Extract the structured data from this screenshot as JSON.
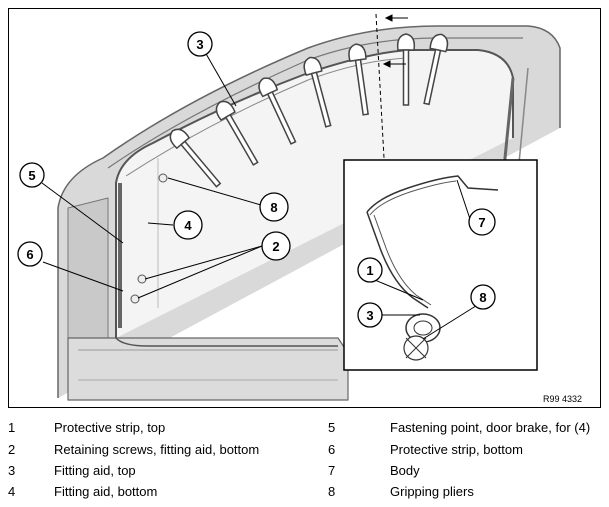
{
  "figure": {
    "code": "R99 4332",
    "callouts": [
      "3",
      "5",
      "4",
      "8",
      "6",
      "2",
      "7",
      "1",
      "3",
      "8"
    ]
  },
  "legend": [
    {
      "num": "1",
      "text": "Protective strip, top"
    },
    {
      "num": "2",
      "text": "Retaining screws, fitting aid, bottom"
    },
    {
      "num": "3",
      "text": "Fitting aid, top"
    },
    {
      "num": "4",
      "text": "Fitting aid, bottom"
    },
    {
      "num": "5",
      "text": "Fastening point, door brake, for (4)"
    },
    {
      "num": "6",
      "text": "Protective strip, bottom"
    },
    {
      "num": "7",
      "text": "Body"
    },
    {
      "num": "8",
      "text": "Gripping pliers"
    }
  ]
}
